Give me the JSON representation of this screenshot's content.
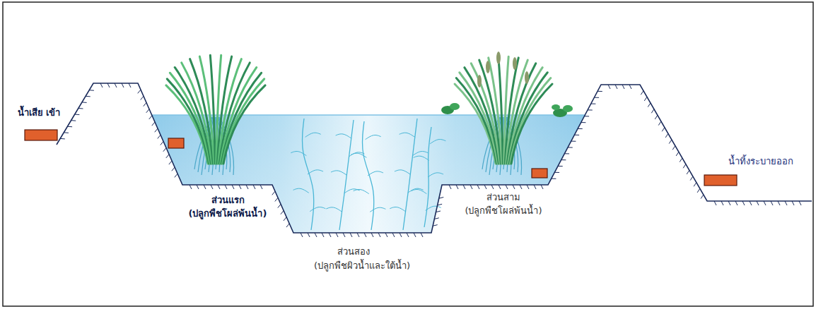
{
  "diagram": {
    "labels": [
      "น้ำเสีย เข้า",
      "ส่วนแรก",
      "(ปลูกพืชโผล่พ้นน้ำ)",
      "ส่วนสอง",
      "(ปลูกพืชผิวน้ำและใต้น้ำ)",
      "ส่วนสาม",
      "(ปลูกพืชโผล่พ้นน้ำ)",
      "น้ำทิ้งระบายออก"
    ]
  }
}
